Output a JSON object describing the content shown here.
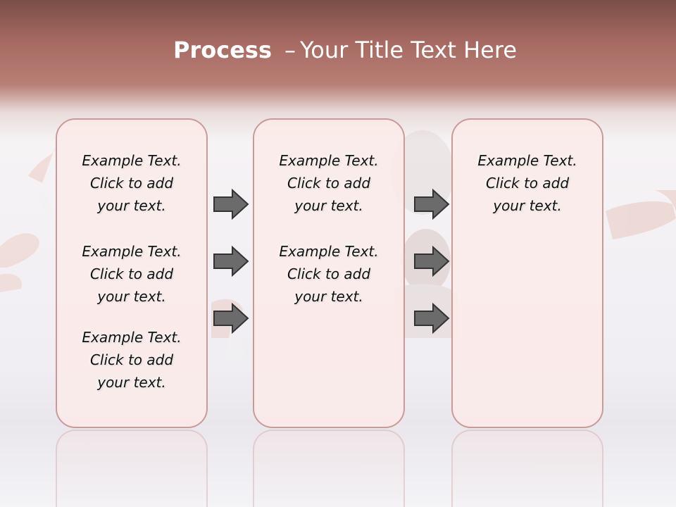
{
  "slide": {
    "title_bold": "Process",
    "title_dash": "–",
    "title_rest": "Your Title Text Here"
  },
  "columns": [
    {
      "items": [
        {
          "line1": "Example Text.",
          "line2": "Click  to add",
          "line3": "your text."
        },
        {
          "line1": "Example Text.",
          "line2": "Click  to add",
          "line3": "your text."
        },
        {
          "line1": "Example Text.",
          "line2": "Click  to add",
          "line3": "your text."
        }
      ]
    },
    {
      "items": [
        {
          "line1": "Example Text.",
          "line2": "Click  to add",
          "line3": "your text."
        },
        {
          "line1": "Example Text.",
          "line2": "Click  to add",
          "line3": "your text."
        }
      ]
    },
    {
      "items": [
        {
          "line1": "Example Text.",
          "line2": "Click  to add",
          "line3": "your text."
        }
      ]
    }
  ],
  "colors": {
    "header_band": "#b07268",
    "box_fill": "#faeae8",
    "box_border": "#c99a98",
    "arrow_fill": "#6b6b6b"
  }
}
